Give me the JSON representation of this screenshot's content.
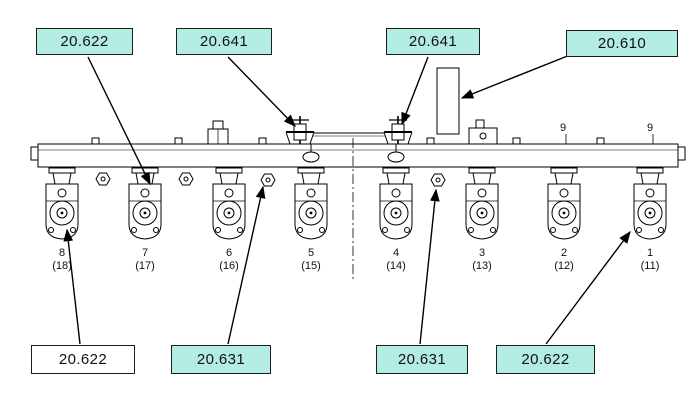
{
  "colors": {
    "callout_fill": "#b3ece3",
    "callout_fill_plain": "#ffffff",
    "line": "#000000",
    "background": "#ffffff"
  },
  "callouts": {
    "top": [
      {
        "label": "20.622"
      },
      {
        "label": "20.641"
      },
      {
        "label": "20.641"
      },
      {
        "label": "20.610"
      }
    ],
    "bottom": [
      {
        "label": "20.622"
      },
      {
        "label": "20.631"
      },
      {
        "label": "20.631"
      },
      {
        "label": "20.622"
      }
    ]
  },
  "units": [
    {
      "number": "8",
      "ref": "(18)"
    },
    {
      "number": "7",
      "ref": "(17)"
    },
    {
      "number": "6",
      "ref": "(16)"
    },
    {
      "number": "5",
      "ref": "(15)"
    },
    {
      "number": "4",
      "ref": "(14)"
    },
    {
      "number": "3",
      "ref": "(13)"
    },
    {
      "number": "2",
      "ref": "(12)"
    },
    {
      "number": "1",
      "ref": "(11)"
    }
  ],
  "rail_marks": [
    {
      "label": "9"
    },
    {
      "label": "9"
    }
  ]
}
